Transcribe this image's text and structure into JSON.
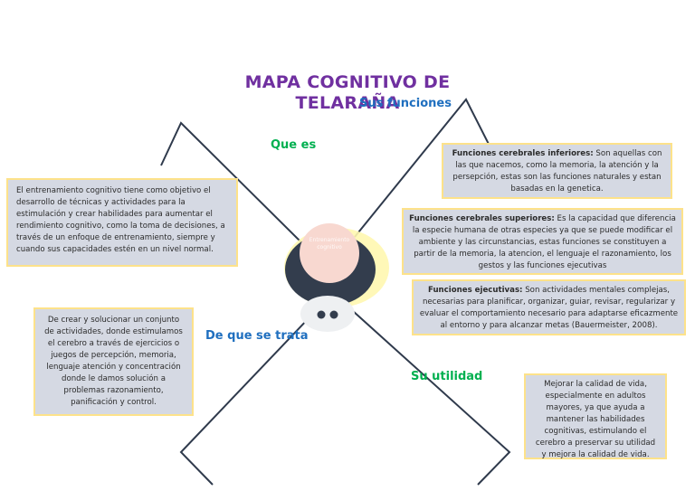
{
  "title": "MAPA COGNITIVO DE TELARAÑA",
  "center": {
    "text": "Entrenamiento cognitivo"
  },
  "labels": {
    "que_es": "Que es",
    "sus_funciones": "Sus funciones",
    "de_que_se_trata": "De que se trata",
    "su_utilidad": "Su utilidad"
  },
  "boxes": {
    "que_es": "El entrenamiento cognitivo tiene como objetivo el desarrollo de técnicas y actividades para la estimulación y crear habilidades para aumentar el rendimiento cognitivo, como la toma de decisiones, a través de un enfoque de entrenamiento, siempre y cuando sus capacidades estén en un nivel normal.",
    "de_que_se_trata": "De crear y solucionar un conjunto de actividades, donde estimulamos el cerebro a través de ejercicios o juegos de percepción, memoria, lenguaje atención y concentración donde le damos solución a problemas razonamiento, panificación y control.",
    "inferiores_title": "Funciones cerebrales inferiores:",
    "inferiores_text": " Son aquellas con las que nacemos, como la memoria, la atención y la persepción, estas son las funciones naturales  y estan basadas en la genetica.",
    "superiores_title": "Funciones cerebrales superiores:",
    "superiores_text": " Es la capacidad que diferencia la especie humana de otras especies ya que se puede modificar el ambiente y las circunstancias, estas funciones se constituyen a partir de la memoria, la atencion, el lenguaje el razonamiento, los gestos y las funciones ejecutivas",
    "ejecutivas_title": "Funciones ejecutivas:",
    "ejecutivas_text": " Son actividades mentales complejas, necesarias para planificar, organizar, guiar, revisar, regularizar y evaluar el comportamiento necesario para adaptarse eficazmente al entorno y para alcanzar metas (Bauermeister, 2008).",
    "su_utilidad": "Mejorar la calidad de vida, especialmente en adultos mayores, ya que ayuda a mantener las habilidades cognitivas, estimulando el cerebro a preservar su utilidad y mejora la calidad de vida."
  },
  "colors": {
    "title": "#7030a0",
    "label_green": "#00b050",
    "label_blue": "#1f6fbf",
    "box_fill": "#d5d9e3",
    "box_border": "#fde28a",
    "spider_body": "#333d4d",
    "spider_glow": "#fff7b0",
    "spider_head": "#f8d8d0",
    "lines": "#2f3a4c"
  }
}
